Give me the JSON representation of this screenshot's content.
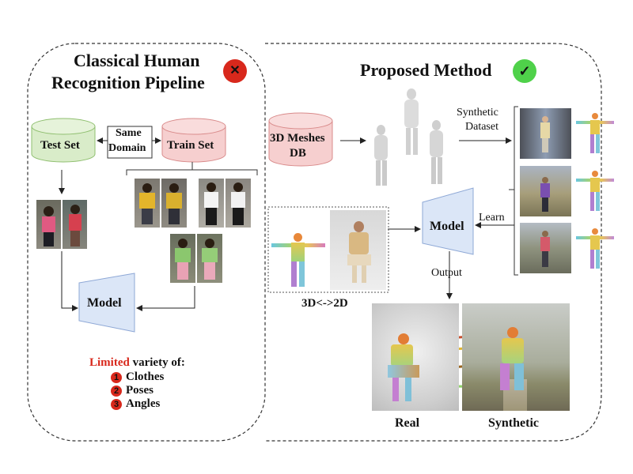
{
  "left_panel": {
    "title_line1": "Classical Human",
    "title_line2": "Recognition Pipeline",
    "status_icon": "cross-icon",
    "test_set": "Test Set",
    "train_set": "Train Set",
    "same": "Same",
    "domain": "Domain",
    "model": "Model",
    "limited": "Limited",
    "variety_of": " variety of:",
    "items": [
      {
        "num": "1",
        "label": "Clothes"
      },
      {
        "num": "2",
        "label": "Poses"
      },
      {
        "num": "3",
        "label": "Angles"
      }
    ]
  },
  "right_panel": {
    "title": "Proposed Method",
    "status_icon": "check-icon",
    "meshes_line1": "3D Meshes",
    "meshes_line2": "DB",
    "synthetic_line1": "Synthetic",
    "synthetic_line2": "Dataset",
    "learn": "Learn",
    "model": "Model",
    "output": "Output",
    "correspondence": "3D<->2D",
    "real": "Real",
    "synthetic": "Synthetic"
  },
  "colors": {
    "test_set_fill": "#d9ecc9",
    "test_set_stroke": "#8fbf6f",
    "train_set_fill": "#f6cfcf",
    "train_set_stroke": "#d98b8b",
    "meshes_fill": "#f6cfcf",
    "model_fill": "#dbe6f7",
    "model_stroke": "#8ea8d6",
    "limited_red": "#d8281c",
    "cross_bg": "#d8281c",
    "check_bg": "#4fd14a"
  }
}
